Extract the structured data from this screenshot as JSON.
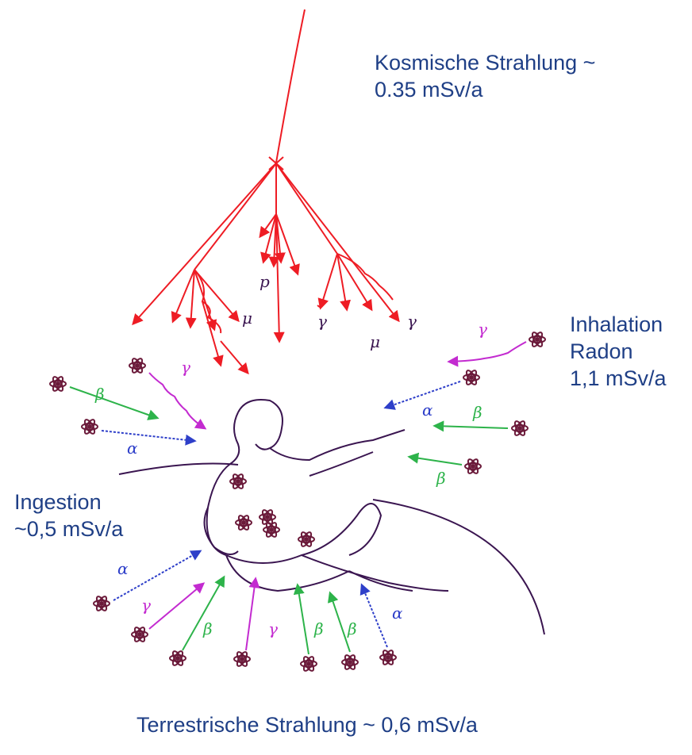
{
  "labels": {
    "cosmic": {
      "line1": "Kosmische Strahlung ~",
      "line2": "0.35 mSv/a"
    },
    "inhalation": {
      "line1": "Inhalation",
      "line2": "Radon",
      "line3": "1,1 mSv/a"
    },
    "ingestion": {
      "line1": "Ingestion",
      "line2": "~0,5 mSv/a"
    },
    "terrestrial": "Terrestrische Strahlung ~ 0,6 mSv/a"
  },
  "particle_symbols": {
    "alpha": "α",
    "beta": "β",
    "gamma": "γ",
    "mu": "μ",
    "p": "p"
  },
  "colors": {
    "text": "#1f3f86",
    "cosmic": "#ee1c24",
    "alpha": "#2e3fc9",
    "beta": "#2db34a",
    "gamma": "#c32bd0",
    "outline": "#3a1550",
    "atom": "#6b1a3a"
  }
}
